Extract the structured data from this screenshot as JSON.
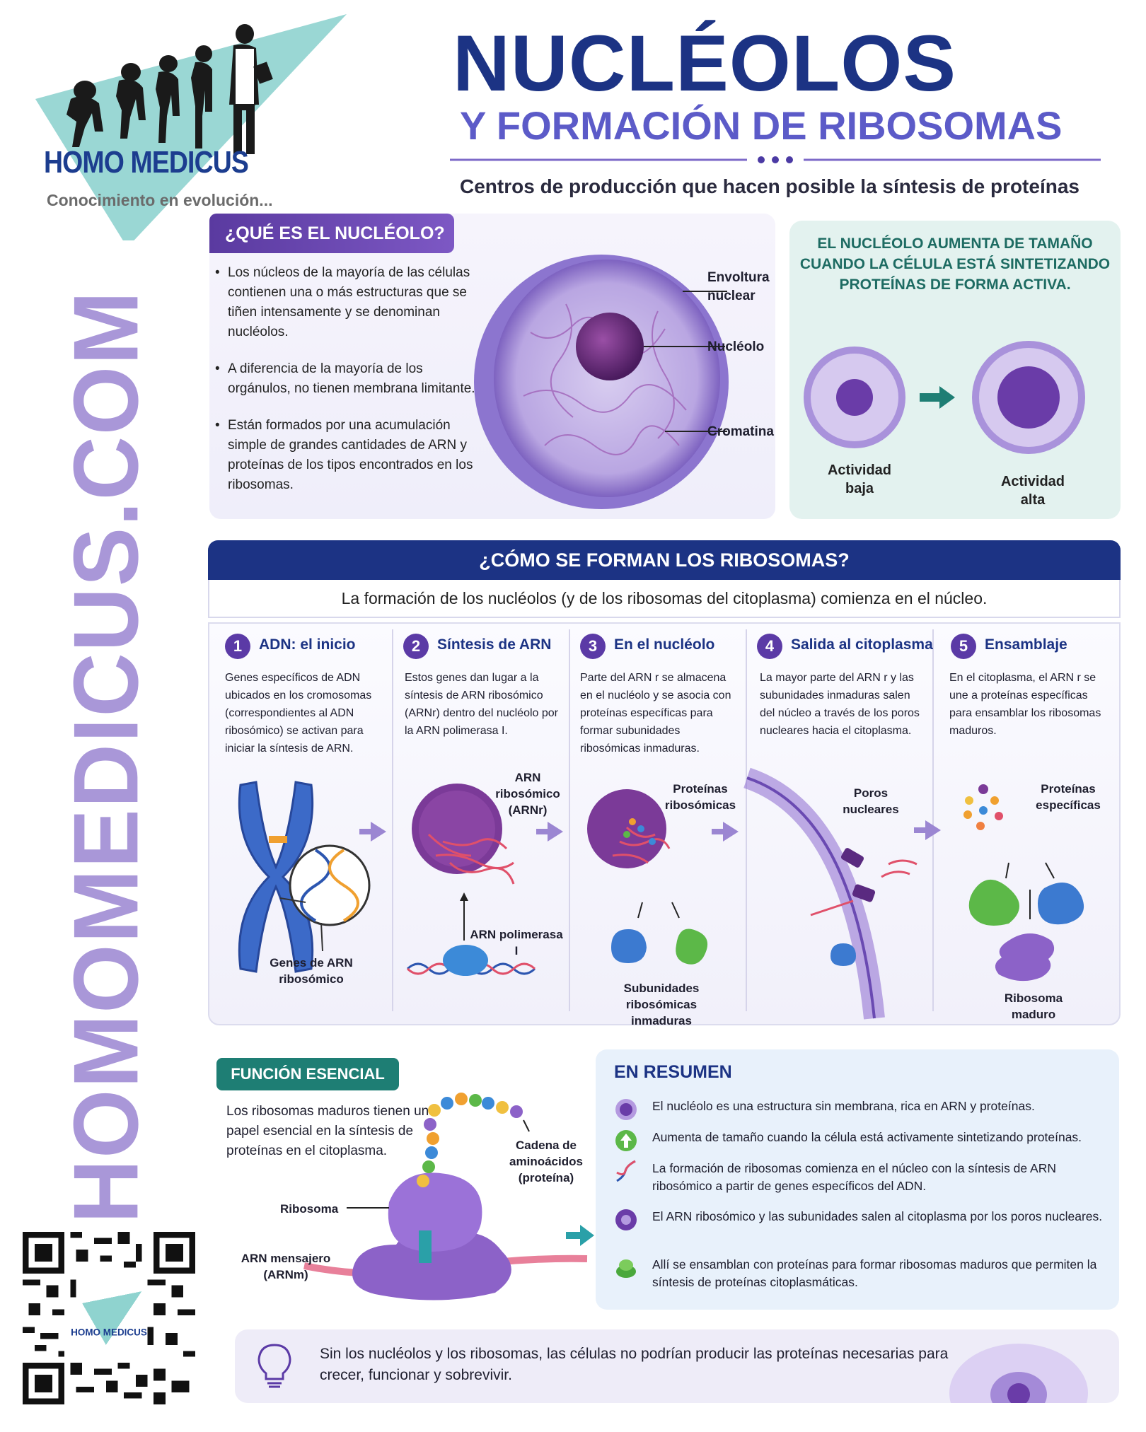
{
  "logo": {
    "title": "HOMO MEDICUS",
    "tagline": "Conocimiento en evolución..."
  },
  "site_vertical": "HOMOMEDICUS.COM",
  "header": {
    "title": "NUCLÉOLOS",
    "subtitle": "Y FORMACIÓN DE RIBOSOMAS",
    "tagline": "Centros de producción que hacen posible la síntesis de proteínas"
  },
  "que_es": {
    "heading": "¿QUÉ ES EL NUCLÉOLO?",
    "bullets": [
      "Los núcleos de la mayoría de las células contienen una o más estructuras que se tiñen intensamente y se denominan nucléolos.",
      "A diferencia de la mayoría de los orgánulos, no tienen membrana limitante.",
      "Están formados por una acumulación simple de grandes cantidades de ARN y proteínas de los tipos encontrados en los ribosomas."
    ],
    "labels": {
      "envoltura": "Envoltura nuclear",
      "nucleolo": "Nucléolo",
      "cromatina": "Cromatina"
    }
  },
  "tamano": {
    "text": "EL NUCLÉOLO AUMENTA DE TAMAÑO CUANDO LA CÉLULA ESTÁ SINTETIZANDO PROTEÍNAS DE FORMA ACTIVA.",
    "low": "Actividad baja",
    "high": "Actividad alta"
  },
  "formacion": {
    "heading": "¿CÓMO SE FORMAN LOS RIBOSOMAS?",
    "intro": "La formación de los nucléolos (y de los ribosomas del citoplasma) comienza en el núcleo.",
    "steps": [
      {
        "num": "1",
        "title": "ADN: el inicio",
        "text": "Genes específicos de ADN ubicados en los cromosomas (correspondientes al ADN ribosómico) se activan para iniciar la síntesis de ARN."
      },
      {
        "num": "2",
        "title": "Síntesis de ARN",
        "text": "Estos genes dan lugar a la síntesis de ARN ribosómico (ARNr) dentro del nucléolo por la ARN polimerasa I."
      },
      {
        "num": "3",
        "title": "En el nucléolo",
        "text": "Parte del ARN r se almacena en el nucléolo y se asocia con proteínas específicas para formar subunidades ribosómicas inmaduras."
      },
      {
        "num": "4",
        "title": "Salida al citoplasma",
        "text": "La mayor parte del ARN r y las subunidades inmaduras salen del núcleo a través de los poros nucleares hacia el citoplasma."
      },
      {
        "num": "5",
        "title": "Ensamblaje",
        "text": "En el citoplasma, el ARN r se une a proteínas específicas para ensamblar los ribosomas maduros."
      }
    ],
    "labels": {
      "genes": "Genes de ARN ribosómico",
      "arnr": "ARN ribosómico (ARNr)",
      "polimerasa": "ARN polimerasa I",
      "proteinas_ribo": "Proteínas ribosómicas",
      "subunidades": "Subunidades ribosómicas inmaduras",
      "poros": "Poros nucleares",
      "proteinas_esp": "Proteínas específicas",
      "ribosoma_maduro": "Ribosoma maduro"
    }
  },
  "funcion": {
    "heading": "FUNCIÓN ESENCIAL",
    "text": "Los ribosomas maduros tienen un papel esencial en la síntesis de proteínas en el citoplasma.",
    "labels": {
      "ribosoma": "Ribosoma",
      "arnm": "ARN mensajero (ARNm)",
      "cadena": "Cadena de aminoácidos (proteína)"
    }
  },
  "resumen": {
    "heading": "EN RESUMEN",
    "items": [
      "El nucléolo es una estructura sin membrana, rica en ARN y proteínas.",
      "Aumenta de tamaño cuando la célula está activamente sintetizando proteínas.",
      "La formación de ribosomas comienza en el núcleo con la síntesis de ARN ribosómico a partir de genes específicos del ADN.",
      "El ARN ribosómico y las subunidades salen al citoplasma por los poros nucleares.",
      "Allí se ensamblan con proteínas para formar ribosomas maduros que permiten la síntesis de proteínas citoplasmáticas."
    ]
  },
  "conclusion": "Sin los nucléolos y los ribosomas, las células no podrían producir las proteínas necesarias para crecer, funcionar y sobrevivir.",
  "qr": {
    "logo_text": "HOMO MEDICUS"
  },
  "colors": {
    "navy": "#1c3384",
    "purple": "#5b3aa6",
    "teal": "#1e7e74",
    "lavender": "#9b86d2"
  }
}
